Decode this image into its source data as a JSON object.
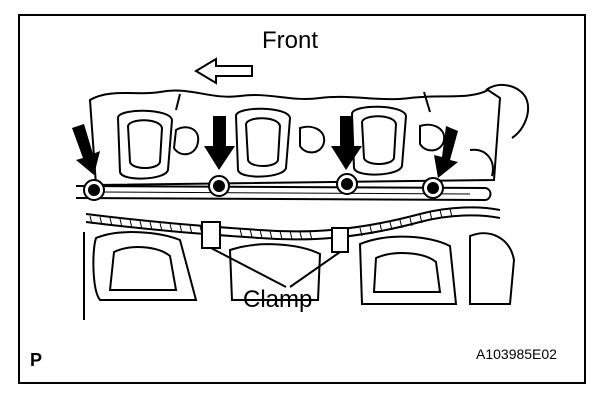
{
  "labels": {
    "front": "Front",
    "clamp": "Clamp",
    "page_marker": "P",
    "figure_id": "A103985E02"
  },
  "colors": {
    "line": "#000000",
    "background": "#ffffff"
  },
  "icons": {
    "direction_arrow": "front-direction-arrow-icon",
    "bolt_pointer": "bolt-pointer-arrow-icon"
  }
}
